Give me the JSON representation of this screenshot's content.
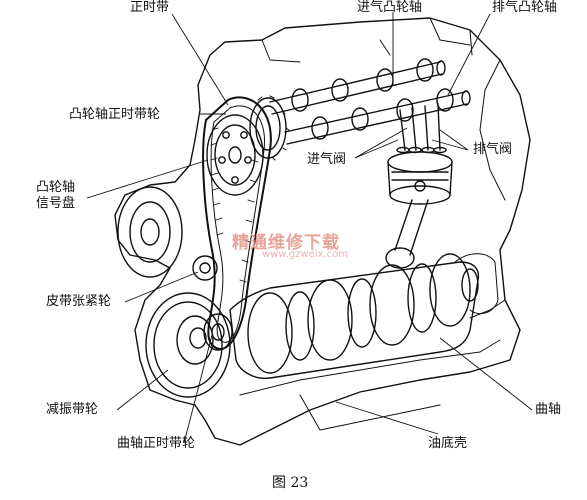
{
  "labels": {
    "timing_belt": "正时带",
    "intake_camshaft": "进气凸轮轴",
    "exhaust_camshaft": "排气凸轮轴",
    "cam_pulley": "凸轮轴正时带轮",
    "intake_valve": "进气阀",
    "exhaust_valve": "排气阀",
    "cam_signal_disc_line1": "凸轮轴",
    "cam_signal_disc_line2": "信号盘",
    "tensioner": "皮带张紧轮",
    "damper_pulley": "减振带轮",
    "crankshaft": "曲轴",
    "crank_pulley": "曲轴正时带轮",
    "oil_pan": "油底壳"
  },
  "caption": "图 23",
  "watermark": {
    "line1": "精通维修下载",
    "line2": "www.gzweix.com",
    "color": "#e23a2a"
  }
}
